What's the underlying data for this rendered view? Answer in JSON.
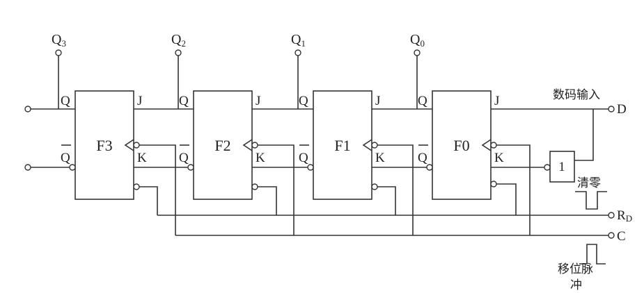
{
  "flipflops": [
    {
      "name": "F3",
      "output": "Q",
      "sub": "3"
    },
    {
      "name": "F2",
      "output": "Q",
      "sub": "2"
    },
    {
      "name": "F1",
      "output": "Q",
      "sub": "1"
    },
    {
      "name": "F0",
      "output": "Q",
      "sub": "0"
    }
  ],
  "pins": {
    "q": "Q",
    "qbar": "Q",
    "j": "J",
    "k": "K"
  },
  "inverter": {
    "label": "1"
  },
  "terminals": {
    "data_label": "数码输入",
    "d": "D",
    "clear_label": "清零",
    "rd": "R",
    "rd_sub": "D",
    "c": "C",
    "shift_label_1": "移位脉",
    "shift_label_2": "冲"
  }
}
